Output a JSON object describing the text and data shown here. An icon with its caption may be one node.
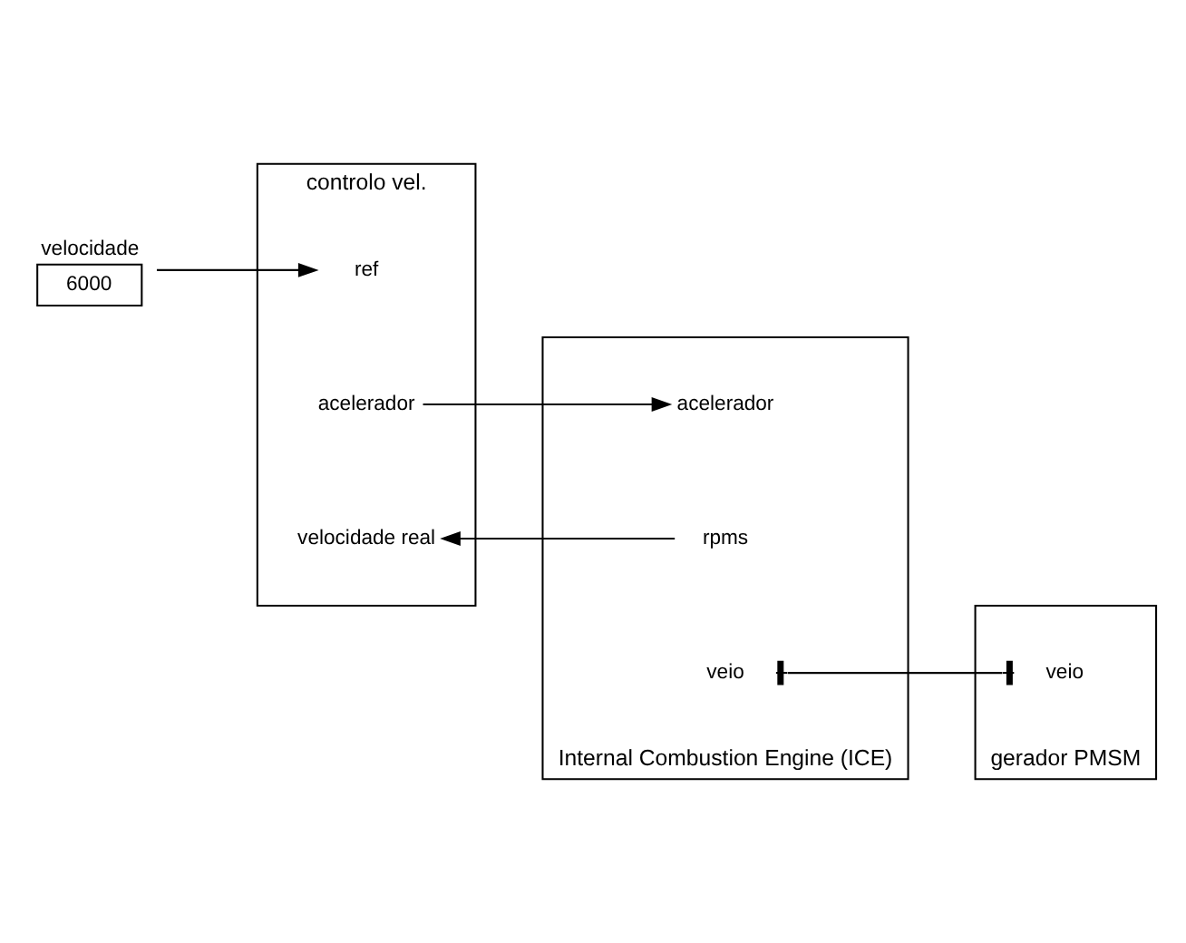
{
  "diagram": {
    "nodes": [
      {
        "text": [
          "controlo vel."
        ]
      },
      {
        "text": [
          "ref"
        ],
        "in": 0
      },
      {
        "text": [
          "acelerador"
        ],
        "in": 0
      },
      {
        "text": [
          "velocidade real"
        ],
        "in": 0
      },
      {
        "text": [
          "velocidade",
          "6000"
        ]
      },
      {
        "text": [
          "Internal Combustion Engine (ICE)"
        ]
      },
      {
        "text": [
          "rpms"
        ],
        "in": 5
      },
      {
        "text": [
          "acelerador"
        ],
        "in": 5
      },
      {
        "text": [
          "veio"
        ],
        "in": 5
      },
      {
        "text": [
          "gerador PMSM"
        ]
      },
      {
        "text": [
          "veio"
        ],
        "in": 9
      }
    ],
    "edges": [
      {
        "from": 4,
        "to": 1,
        "arrow": "to"
      },
      {
        "from": 6,
        "to": 3,
        "arrow": "to"
      },
      {
        "from": 2,
        "to": 7,
        "arrow": "to"
      },
      {
        "from": 8,
        "to": 10,
        "arrow": "other"
      }
    ]
  }
}
